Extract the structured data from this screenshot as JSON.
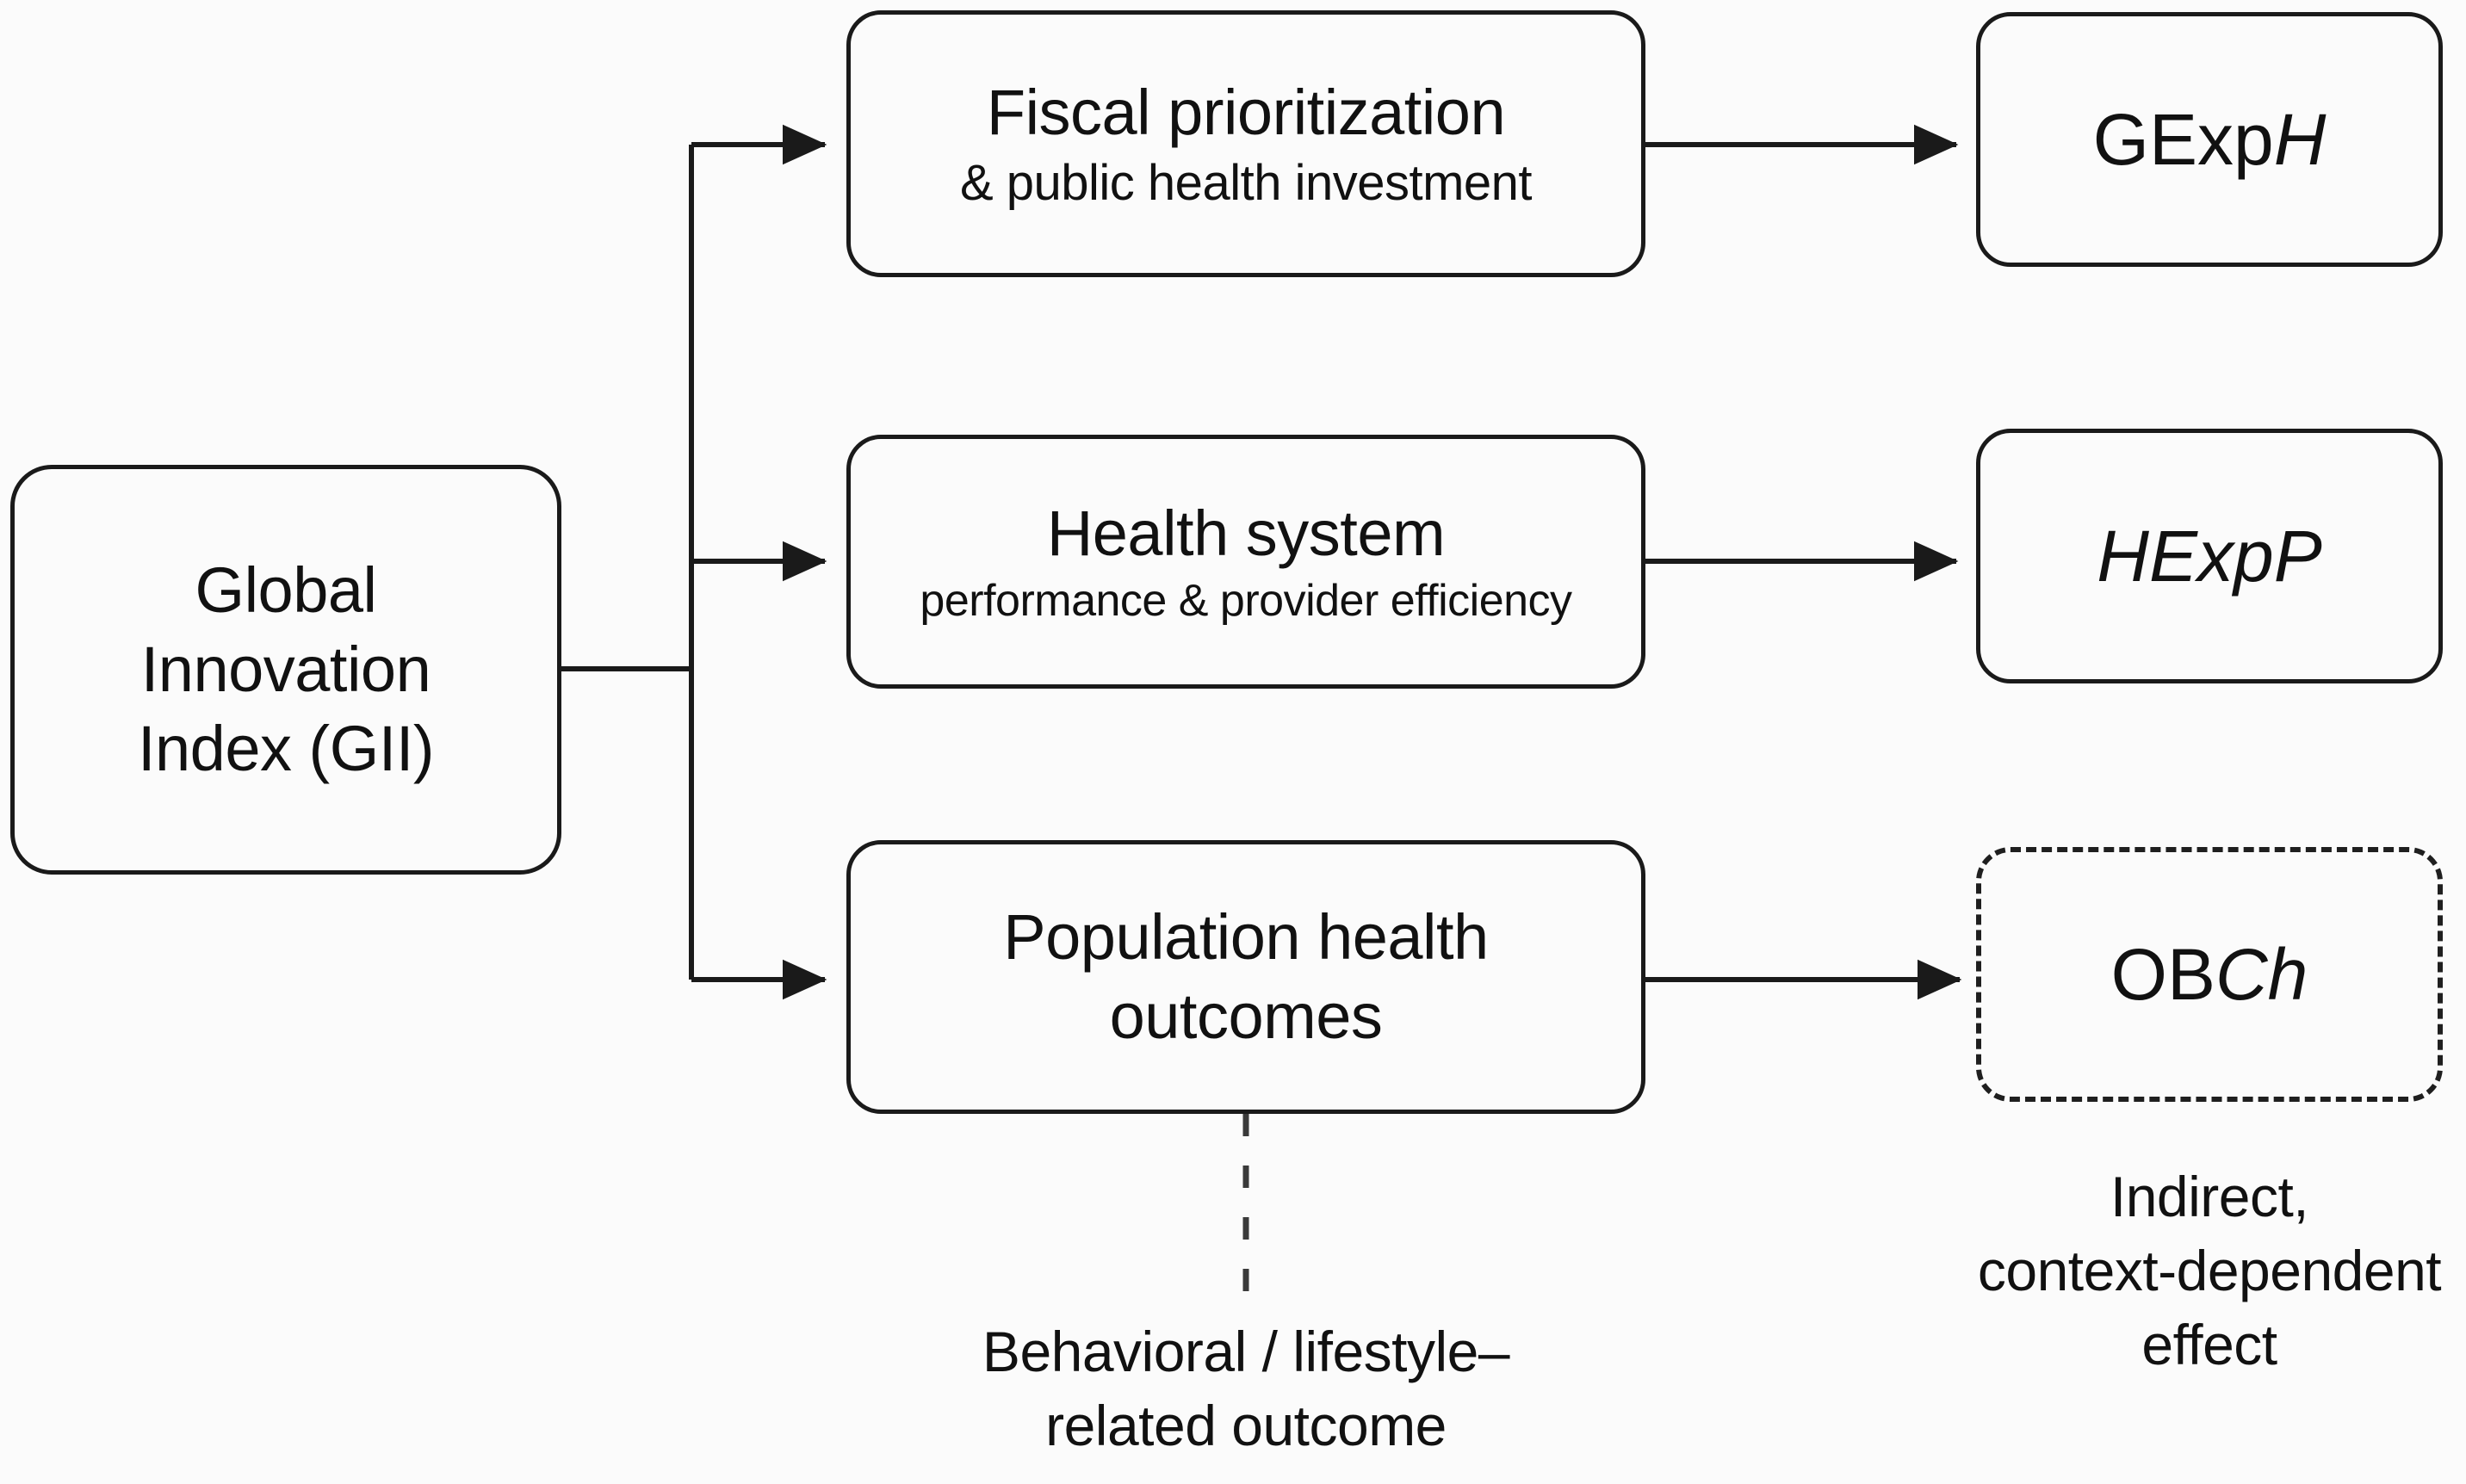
{
  "diagram": {
    "title": "GII to health-system pathway diagram",
    "background_color": "#fbfbfb",
    "stroke_color": "#1a1a1a"
  },
  "source_node": {
    "label_line1": "Global",
    "label_line2": "Innovation",
    "label_line3": "Index (GII)"
  },
  "mediators": [
    {
      "id": "fiscal-prioritization",
      "main": "Fiscal prioritization",
      "sub": "& public health investment"
    },
    {
      "id": "health-system",
      "main": "Health system",
      "sub": "performance & provider efficiency"
    },
    {
      "id": "population-health",
      "main": "Population health",
      "sub": "outcomes"
    }
  ],
  "outcomes": [
    {
      "id": "gexph",
      "roman": "GExp",
      "italic": "H",
      "style": "solid"
    },
    {
      "id": "hexpp",
      "roman": "",
      "italic": "HExpP",
      "style": "solid"
    },
    {
      "id": "obch",
      "roman": "OB",
      "italic": "Ch",
      "style": "dashed"
    }
  ],
  "captions": {
    "behavioral": {
      "line1": "Behavioral / lifestyle–",
      "line2": "related outcome"
    },
    "indirect": {
      "line1": "Indirect,",
      "line2": "context-dependent",
      "line3": "effect"
    }
  }
}
